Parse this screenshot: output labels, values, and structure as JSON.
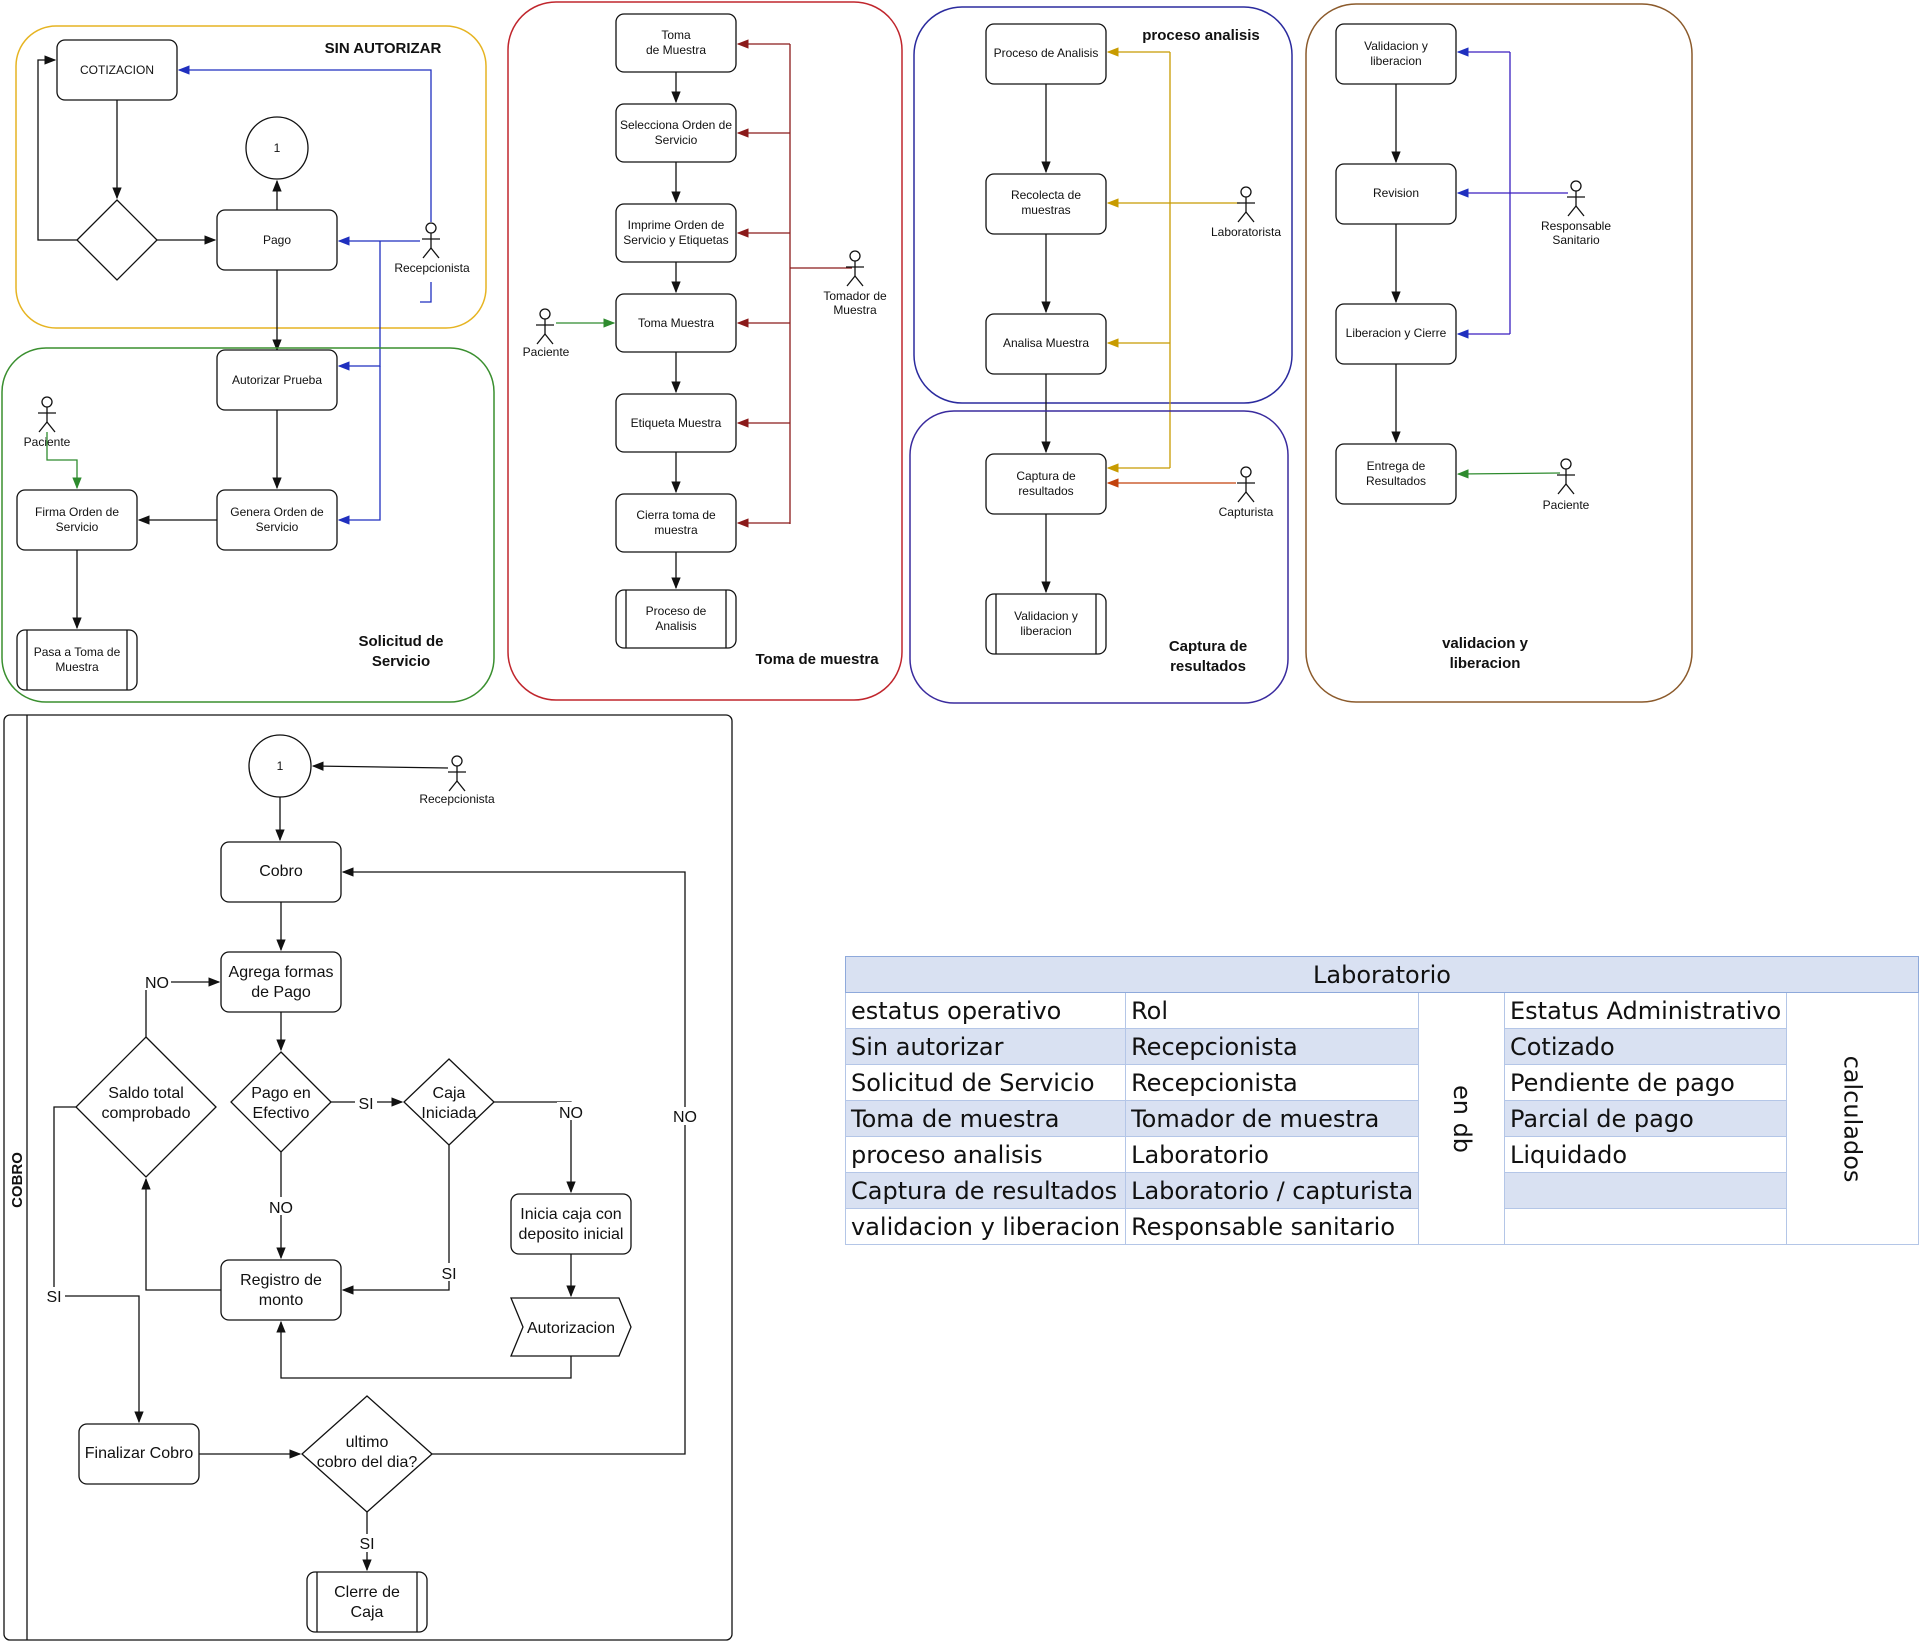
{
  "colors": {
    "sin_autorizar": "#e6b422",
    "solicitud": "#3a8f2f",
    "toma": "#c0262d",
    "analisis": "#2b2b9e",
    "captura": "#3a2b9e",
    "validacion": "#8b5a2b",
    "blue_arrow": "#1f2fbf",
    "red_arrow": "#8b1a1a",
    "green_arrow": "#2e8b2e",
    "gold_arrow": "#c89b00",
    "table_band": "#d9e1f2"
  },
  "sin_autorizar": {
    "title": "SIN AUTORIZAR",
    "cotizacion": "COTIZACION",
    "pago": "Pago",
    "connector": "1",
    "actor": "Recepcionista"
  },
  "solicitud": {
    "title_line1": "Solicitud de",
    "title_line2": "Servicio",
    "autorizar": "Autorizar Prueba",
    "genera_l1": "Genera Orden de",
    "genera_l2": "Servicio",
    "firma_l1": "Firma Orden de",
    "firma_l2": "Servicio",
    "pasa_l1": "Pasa a Toma de",
    "pasa_l2": "Muestra",
    "actor": "Paciente"
  },
  "toma": {
    "title": "Toma de muestra",
    "s1_l1": "Toma",
    "s1_l2": "de Muestra",
    "s2_l1": "Selecciona Orden de",
    "s2_l2": "Servicio",
    "s3_l1": "Imprime Orden de",
    "s3_l2": "Servicio y Etiquetas",
    "s4": "Toma Muestra",
    "s5": "Etiqueta Muestra",
    "s6_l1": "Cierra toma de",
    "s6_l2": "muestra",
    "s7_l1": "Proceso de",
    "s7_l2": "Analisis",
    "actor_l1": "Tomador de",
    "actor_l2": "Muestra",
    "paciente": "Paciente"
  },
  "analisis": {
    "title": "proceso analisis",
    "s1": "Proceso de Analisis",
    "s2_l1": "Recolecta de",
    "s2_l2": "muestras",
    "s3": "Analisa Muestra",
    "actor": "Laboratorista"
  },
  "captura": {
    "title_l1": "Captura de",
    "title_l2": "resultados",
    "s1_l1": "Captura de",
    "s1_l2": "resultados",
    "s2_l1": "Validacion y",
    "s2_l2": "liberacion",
    "actor": "Capturista"
  },
  "validacion": {
    "title_l1": "validacion y",
    "title_l2": "liberacion",
    "s1_l1": "Validacion y",
    "s1_l2": "liberacion",
    "s2": "Revision",
    "s3": "Liberacion y Cierre",
    "s4_l1": "Entrega de",
    "s4_l2": "Resultados",
    "actor_l1": "Responsable",
    "actor_l2": "Sanitario",
    "paciente": "Paciente"
  },
  "cobro": {
    "lane_label": "COBRO",
    "connector": "1",
    "actor": "Recepcionista",
    "cobro": "Cobro",
    "agrega_l1": "Agrega formas",
    "agrega_l2": "de Pago",
    "saldo_l1": "Saldo total",
    "saldo_l2": "comprobado",
    "pago_l1": "Pago en",
    "pago_l2": "Efectivo",
    "caja_l1": "Caja",
    "caja_l2": "Iniciada",
    "inicia_l1": "Inicia caja con",
    "inicia_l2": "deposito inicial",
    "autorizacion": "Autorizacion",
    "registro_l1": "Registro de",
    "registro_l2": "monto",
    "finalizar": "Finalizar Cobro",
    "ultimo_l1": "ultimo",
    "ultimo_l2": "cobro del dia?",
    "cierre_l1": "Clerre de",
    "cierre_l2": "Caja",
    "no": "NO",
    "si": "SI"
  },
  "table": {
    "title": "Laboratorio",
    "header": {
      "estatus": "estatus operativo",
      "rol": "Rol",
      "admin": "Estatus Administrativo"
    },
    "rows": [
      {
        "estatus": "Sin autorizar",
        "rol": "Recepcionista",
        "admin": "Cotizado"
      },
      {
        "estatus": "Solicitud de Servicio",
        "rol": "Recepcionista",
        "admin": "Pendiente de pago"
      },
      {
        "estatus": "Toma de muestra",
        "rol": "Tomador de muestra",
        "admin": "Parcial de pago"
      },
      {
        "estatus": "proceso analisis",
        "rol": "Laboratorio",
        "admin": "Liquidado"
      },
      {
        "estatus": "Captura de resultados",
        "rol": "Laboratorio / capturista",
        "admin": ""
      },
      {
        "estatus": "validacion y liberacion",
        "rol": "Responsable sanitario",
        "admin": ""
      }
    ],
    "merged_1": "en db",
    "merged_2": "calculados"
  }
}
